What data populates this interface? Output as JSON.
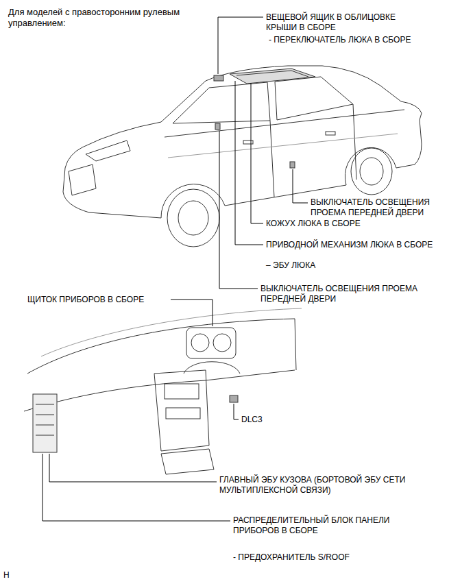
{
  "diagram": {
    "title": "Для моделей с правосторонним рулевым управлением:",
    "labels": [
      "ВЕЩЕВОЙ ЯЩИК В ОБЛИЦОВКЕ КРЫШИ В СБОРЕ",
      "- ПЕРЕКЛЮЧАТЕЛЬ ЛЮКА В СБОРЕ",
      "ВЫКЛЮЧАТЕЛЬ ОСВЕЩЕНИЯ ПРОЕМА ПЕРЕДНЕЙ ДВЕРИ",
      "КОЖУХ ЛЮКА В СБОРЕ",
      "ПРИВОДНОЙ МЕХАНИЗМ ЛЮКА В СБОРЕ",
      "– ЭБУ ЛЮКА",
      "ВЫКЛЮЧАТЕЛЬ ОСВЕЩЕНИЯ ПРОЕМА ПЕРЕДНЕЙ ДВЕРИ",
      "ЩИТОК ПРИБОРОВ В СБОРЕ",
      "DLC3",
      "ГЛАВНЫЙ ЭБУ КУЗОВА (БОРТОВОЙ ЭБУ СЕТИ МУЛЬТИПЛЕКСНОЙ СВЯЗИ)",
      "РАСПРЕДЕЛИТЕЛЬНЫЙ БЛОК ПАНЕЛИ ПРИБОРОВ В СБОРЕ",
      "- ПРЕДОХРАНИТЕЛЬ S/ROOF",
      "H"
    ]
  }
}
